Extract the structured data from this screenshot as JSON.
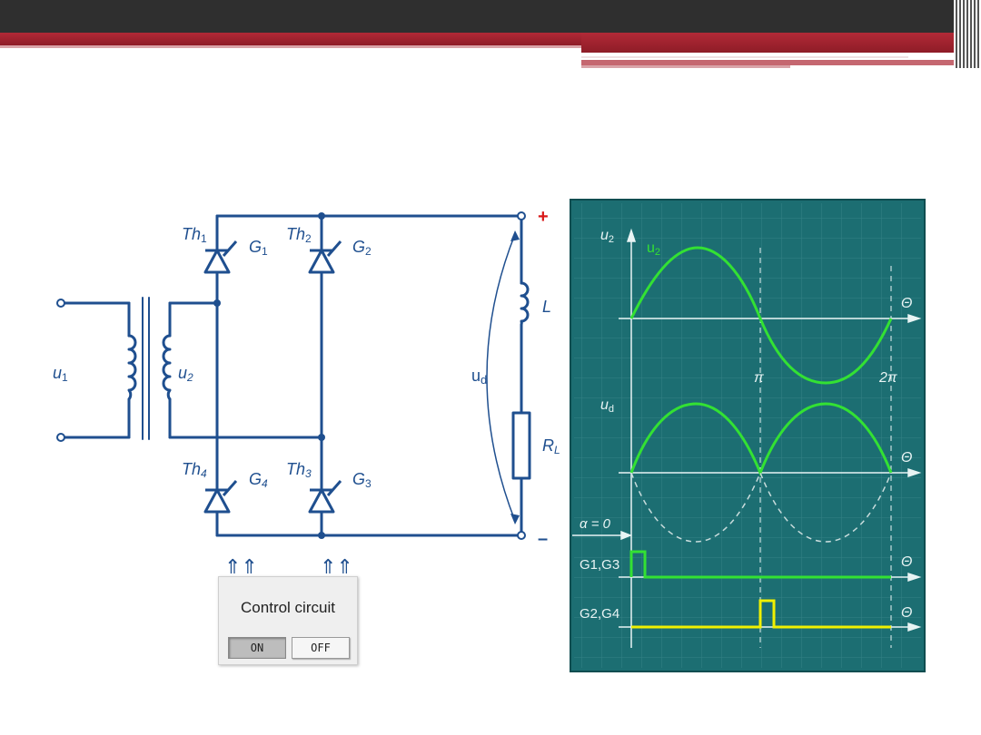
{
  "circuit": {
    "u1": "u",
    "u1_sub": "1",
    "u2": "u",
    "u2_sub": "2",
    "th1": "Th",
    "th1_sub": "1",
    "g1": "G",
    "g1_sub": "1",
    "th2": "Th",
    "th2_sub": "2",
    "g2": "G",
    "g2_sub": "2",
    "th3": "Th",
    "th3_sub": "3",
    "g3": "G",
    "g3_sub": "3",
    "th4": "Th",
    "th4_sub": "4",
    "g4": "G",
    "g4_sub": "4",
    "L": "L",
    "RL": "R",
    "RL_sub": "L",
    "ud": "u",
    "ud_sub": "d",
    "plus": "+",
    "minus": "–",
    "arrows1": "⇑⇑",
    "arrows2": "⇑⇑"
  },
  "control": {
    "title": "Control circuit",
    "on_label": "ON",
    "off_label": "OFF"
  },
  "scope": {
    "u2_axis": "u",
    "u2_axis_sub": "2",
    "u2_curve": "u",
    "u2_curve_sub": "2",
    "theta": "Θ",
    "pi": "π",
    "two_pi": "2π",
    "ud_axis": "u",
    "ud_axis_sub": "d",
    "alpha": "α = 0",
    "g13": "G1,G3",
    "g24": "G2,G4",
    "colors": {
      "bg": "#1c6e72",
      "grid": "#3f8a8e",
      "green": "#33e133",
      "yellow": "#f0f000",
      "axis": "#e8f4f4"
    }
  }
}
